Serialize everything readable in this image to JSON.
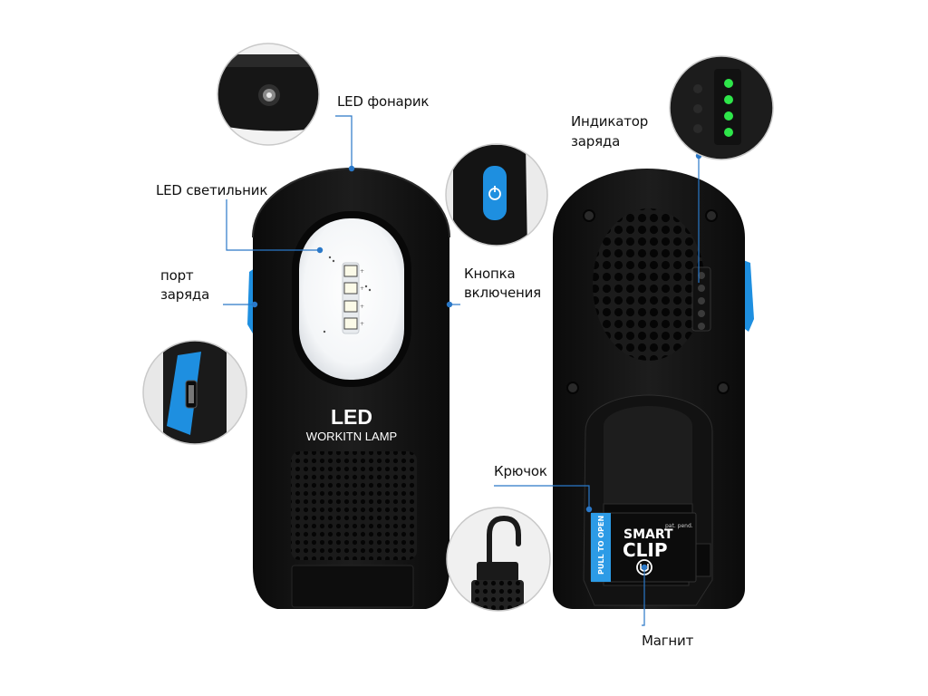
{
  "callouts": {
    "led_flashlight": "LED фонарик",
    "led_lamp": "LED светильник",
    "charge_port_1": "порт",
    "charge_port_2": "заряда",
    "power_button_1": "Кнопка",
    "power_button_2": "включения",
    "charge_indicator_1": "Индикатор",
    "charge_indicator_2": "заряда",
    "hook": "Крючок",
    "magnet": "Магнит"
  },
  "lamp_front": {
    "brand": "LED",
    "model": "WORKITN LAMP"
  },
  "clip": {
    "pull_label": "PULL TO OPEN",
    "pat_label": "pat. pend.",
    "brand_1": "SMART",
    "brand_2": "CLIP"
  },
  "colors": {
    "accent_blue": "#1e8fe0",
    "callout_line": "#2a78c8",
    "body_black": "#141414",
    "indicator_green": "#2ee64a"
  },
  "icons": [
    "power-icon",
    "magnet-icon",
    "usb-port-icon"
  ]
}
